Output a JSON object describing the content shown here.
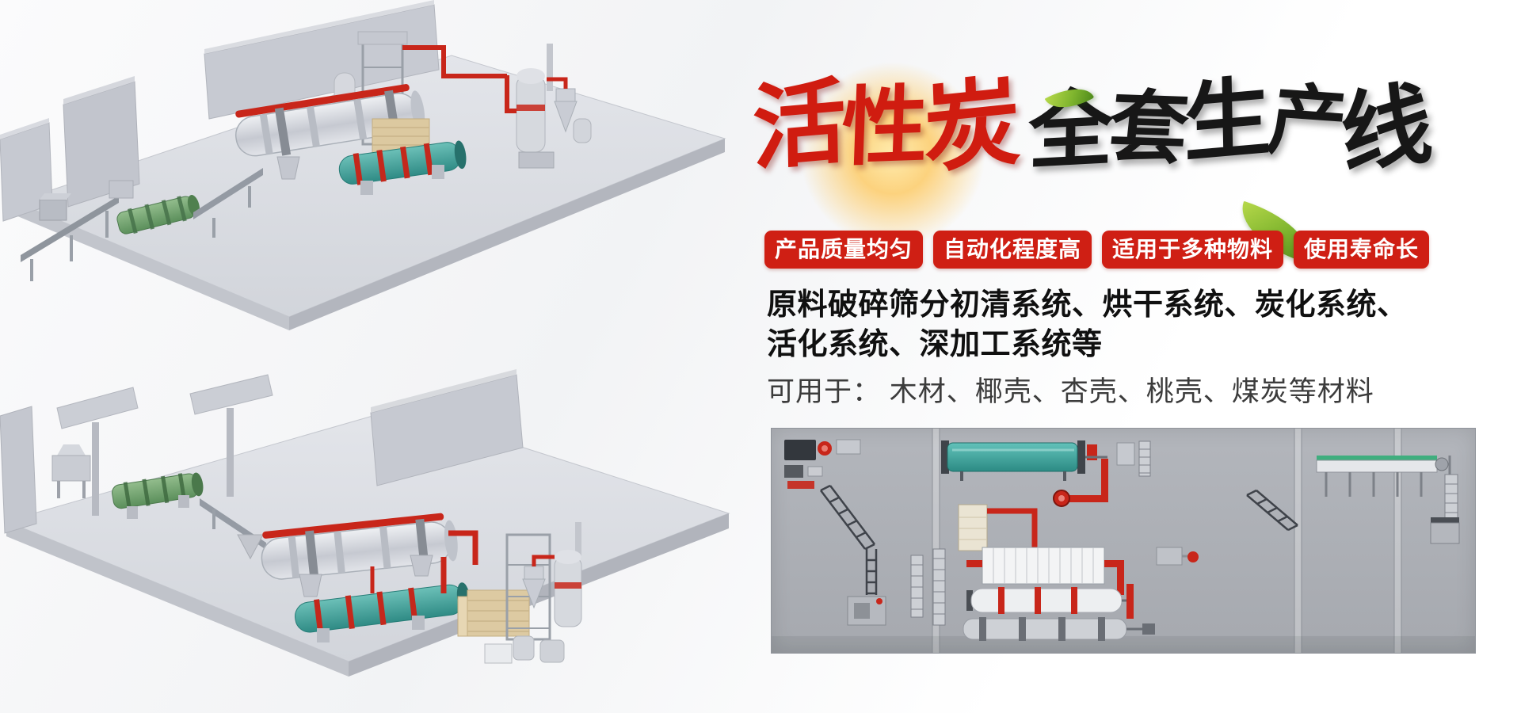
{
  "meta": {
    "accent_red": "#cf1f14",
    "title_red_color": "#d01c10",
    "title_black_color": "#171717",
    "panel_gray": "#aaadb3"
  },
  "hero": {
    "title_red_chars": [
      "活",
      "性",
      "炭"
    ],
    "title_black_chars": [
      "全",
      "套",
      "生",
      "产",
      "线"
    ],
    "badges": [
      "产品质量均匀",
      "自动化程度高",
      "适用于多种物料",
      "使用寿命长"
    ],
    "desc_line1": "原料破碎筛分初清系统、烘干系统、炭化系统、",
    "desc_line2": "活化系统、深加工系统等",
    "usage": "可用于： 木材、椰壳、杏壳、桃壳、煤炭等材料"
  },
  "illustrations": {
    "top_render": "activated-carbon-production-line-3d-view-1",
    "bottom_render": "activated-carbon-production-line-3d-view-2",
    "schematic": "production-line-layout-schematic"
  }
}
